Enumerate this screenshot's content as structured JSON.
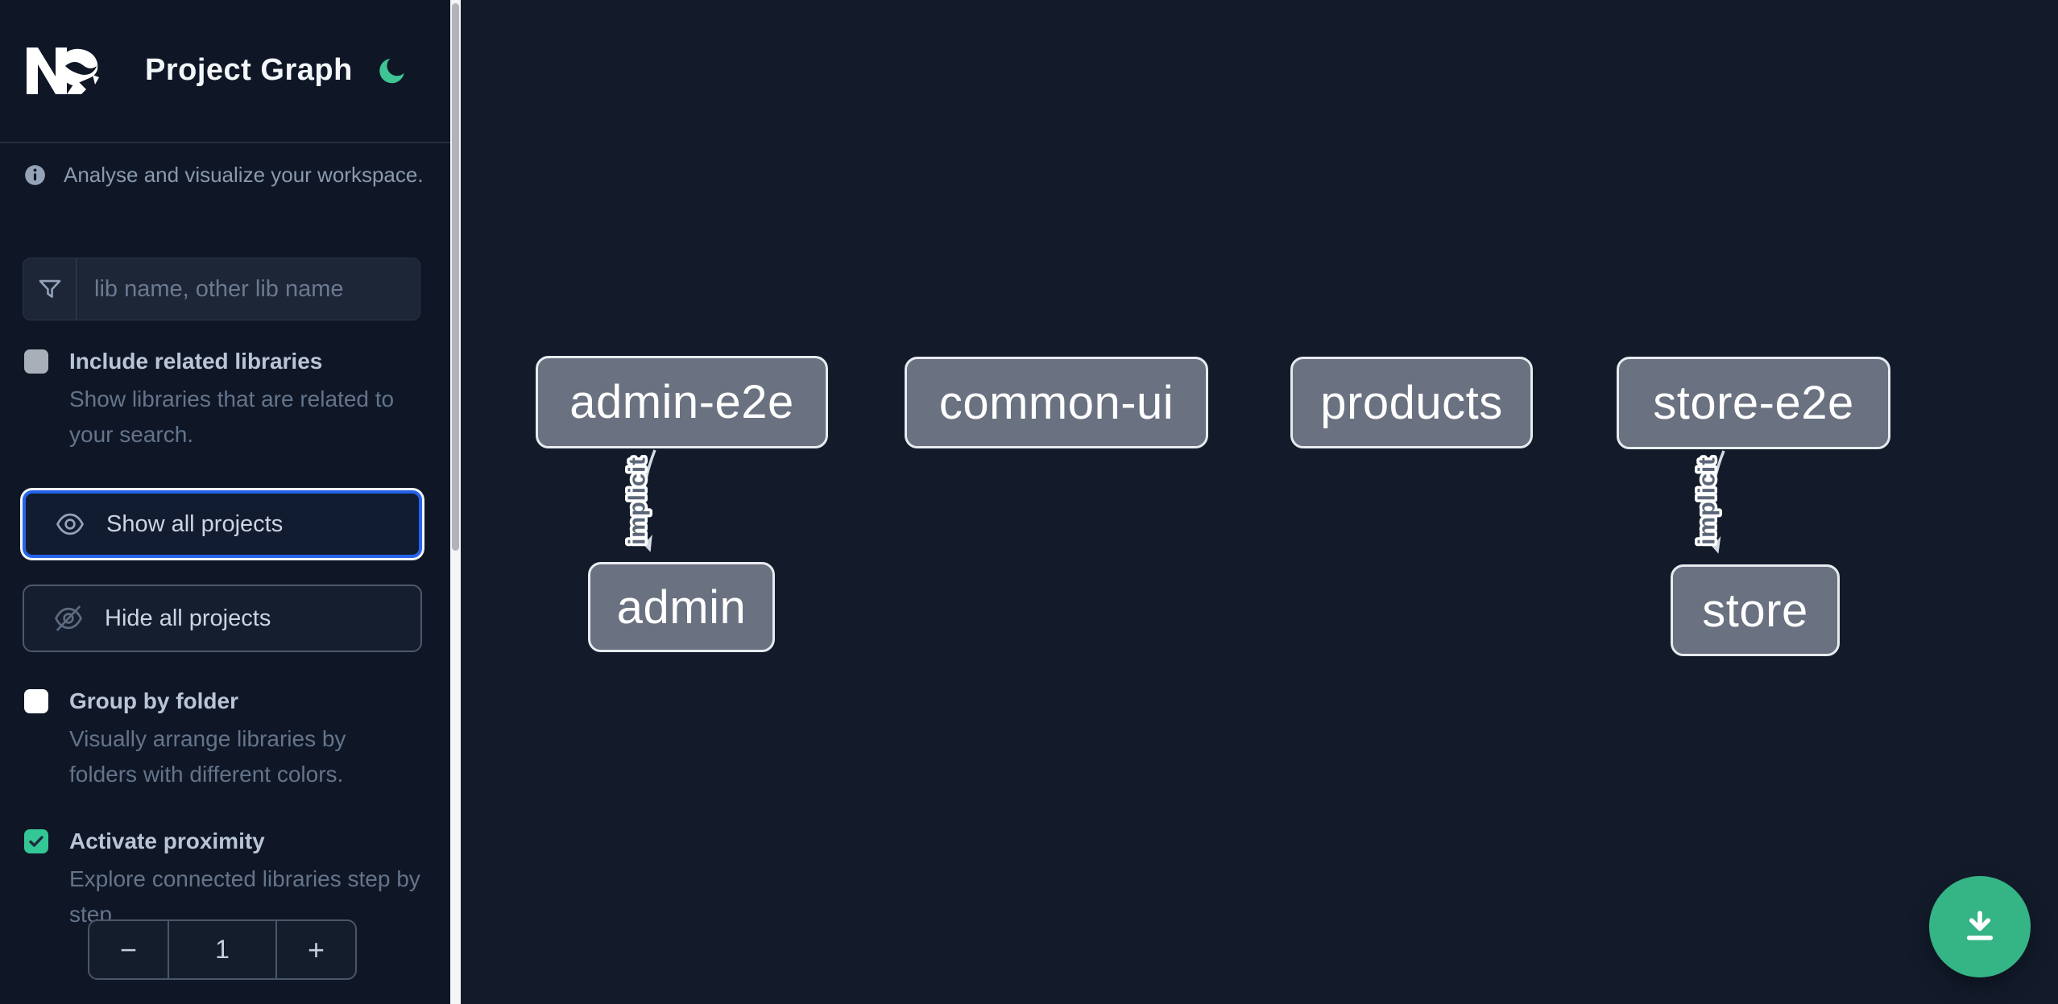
{
  "app": {
    "title": "Project Graph",
    "theme_toggle_icon": "moon-icon"
  },
  "sidebar": {
    "tagline": "Analyse and visualize your workspace.",
    "search": {
      "placeholder": "lib name, other lib name",
      "value": "",
      "icon": "filter-funnel-icon"
    },
    "toggles": [
      {
        "label": "Include related libraries",
        "description": "Show libraries that are related to your search.",
        "checked": false,
        "disabled": true
      },
      {
        "label": "Group by folder",
        "description": "Visually arrange libraries by folders with different colors.",
        "checked": false,
        "disabled": false
      },
      {
        "label": "Activate proximity",
        "description": "Explore connected libraries step by step.",
        "checked": true,
        "disabled": false
      }
    ],
    "buttons": [
      {
        "label": "Show all projects",
        "icon": "eye-icon",
        "focused": true
      },
      {
        "label": "Hide all projects",
        "icon": "eye-off-icon",
        "focused": false
      }
    ],
    "stepper": {
      "decrement_label": "−",
      "value": "1",
      "increment_label": "+"
    }
  },
  "graph": {
    "nodes": [
      {
        "label": "admin-e2e"
      },
      {
        "label": "common-ui"
      },
      {
        "label": "products"
      },
      {
        "label": "store-e2e"
      },
      {
        "label": "admin"
      },
      {
        "label": "store"
      }
    ],
    "edges": [
      {
        "from": "admin-e2e",
        "to": "admin",
        "label": "implicit"
      },
      {
        "from": "store-e2e",
        "to": "store",
        "label": "implicit"
      }
    ]
  },
  "fab": {
    "icon": "download-icon"
  },
  "colors": {
    "accent_green": "#3ec595",
    "checkbox_green": "#34c796",
    "fab_green": "#35b486",
    "focus_blue": "#2463ea",
    "node_fill": "#6a7180",
    "node_border": "#e7ebef",
    "edge_color": "#d4dae2",
    "sidebar_bg": "#0f1726",
    "canvas_bg": "#131b2b"
  }
}
